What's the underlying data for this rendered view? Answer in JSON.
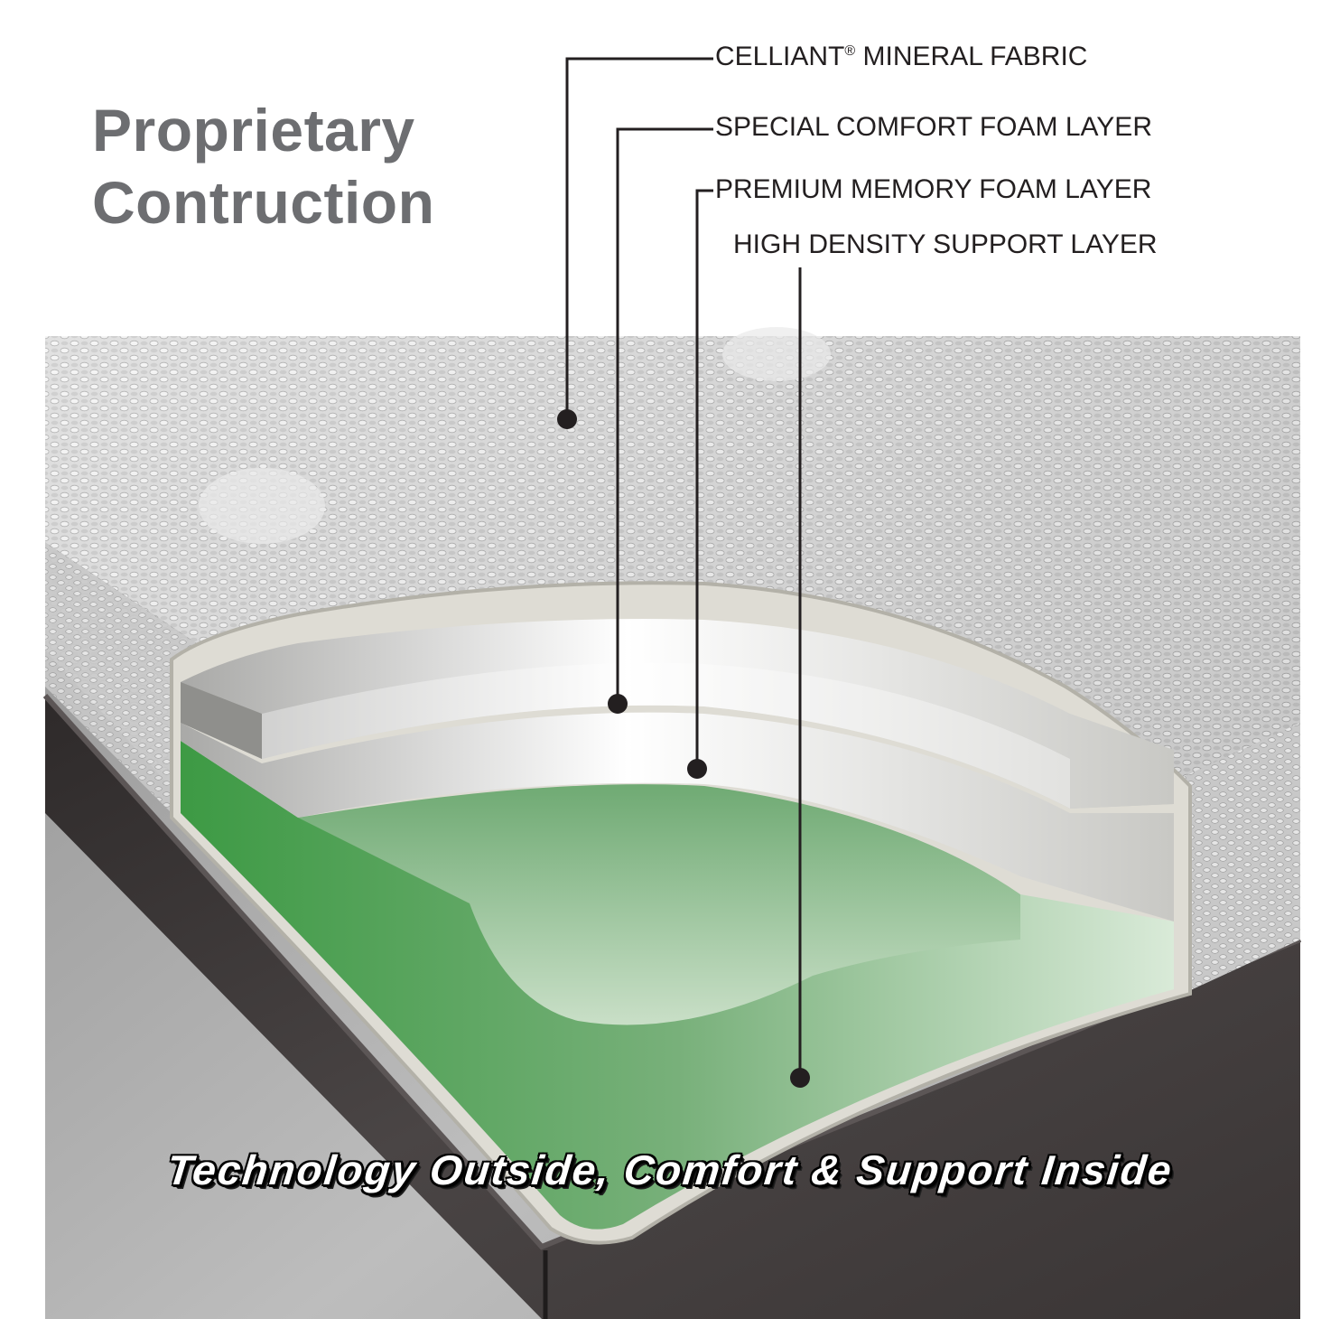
{
  "title": {
    "line1": "Proprietary",
    "line2": "Contruction"
  },
  "callouts": {
    "fabric": {
      "text": "CELLIANT",
      "mark": "®",
      "suffix": " MINERAL FABRIC"
    },
    "comfort": "SPECIAL COMFORT FOAM LAYER",
    "memory": "PREMIUM MEMORY FOAM LAYER",
    "support": "HIGH DENSITY SUPPORT LAYER"
  },
  "tagline": "Technology Outside, Comfort & Support Inside",
  "colors": {
    "title": "#6d6e71",
    "callout_text": "#231f20",
    "leader": "#231f20",
    "support_foam": "#5aa55c",
    "comfort_foam": "#e8e8e6",
    "cover": "#d9d9d9",
    "bed_frame": "#3d3838"
  }
}
